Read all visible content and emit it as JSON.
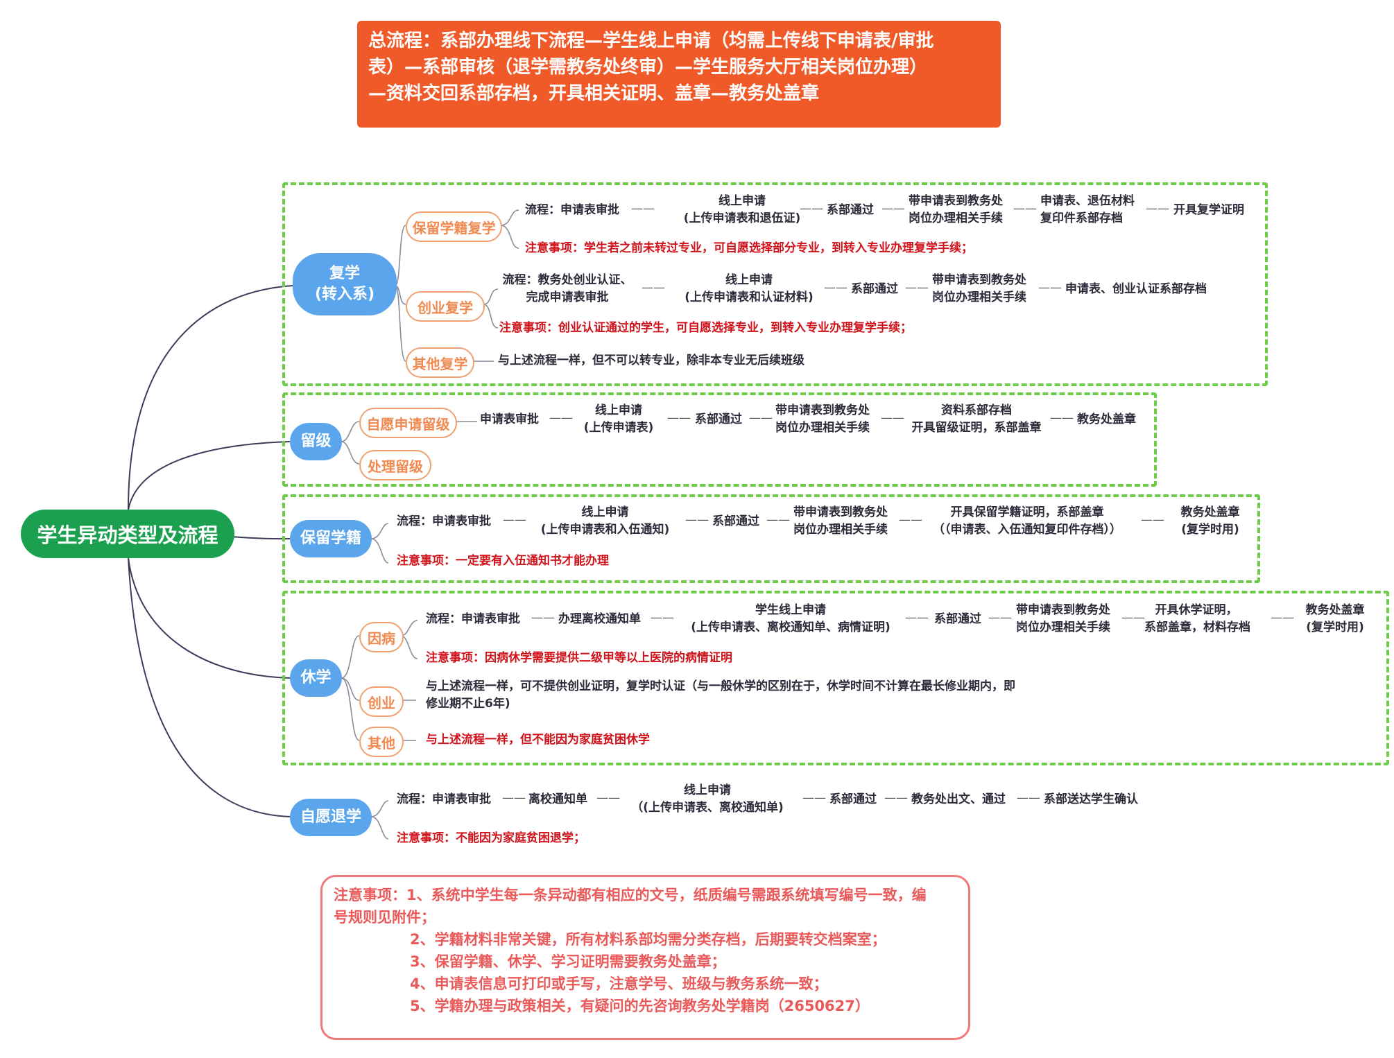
{
  "header": {
    "text": "总流程：系部办理线下流程—学生线上申请（均需上传线下申请表/审批表）—系部审核（退学需教务处终审）—学生服务大厅相关岗位办理）—资料交回系部存档，开具相关证明、盖章—教务处盖章",
    "line1": "总流程：系部办理线下流程—学生线上申请（均需上传线下申请表/审批",
    "line2": "表）—系部审核（退学需教务处终审）—学生服务大厅相关岗位办理）",
    "line3": "—资料交回系部存档，开具相关证明、盖章—教务处盖章"
  },
  "root": {
    "label": "学生异动类型及流程"
  },
  "branches": {
    "fuxue": {
      "label1": "复学",
      "label2": "(转入系)",
      "baoliu": {
        "label": "保留学籍复学",
        "flow_prefix": "流程：申请表审批",
        "step1a": "线上申请",
        "step1b": "(上传申请表和退伍证)",
        "step2": "系部通过",
        "step3a": "带申请表到教务处",
        "step3b": "岗位办理相关手续",
        "step4a": "申请表、退伍材料",
        "step4b": "复印件系部存档",
        "step5": "开具复学证明",
        "note": "注意事项：学生若之前未转过专业，可自愿选择部分专业，到转入专业办理复学手续；"
      },
      "chuangye": {
        "label": "创业复学",
        "flow_a": "流程：教务处创业认证、",
        "flow_b": "完成申请表审批",
        "step1a": "线上申请",
        "step1b": "(上传申请表和认证材料)",
        "step2": "系部通过",
        "step3a": "带申请表到教务处",
        "step3b": "岗位办理相关手续",
        "step4": "申请表、创业认证系部存档",
        "note": "注意事项：创业认证通过的学生，可自愿选择专业，到转入专业办理复学手续；"
      },
      "qita": {
        "label": "其他复学",
        "text": "与上述流程一样，但不可以转专业，除非本专业无后续班级"
      }
    },
    "liuji": {
      "label": "留级",
      "ziyuan": {
        "label": "自愿申请留级",
        "flow": "申请表审批",
        "step1a": "线上申请",
        "step1b": "(上传申请表)",
        "step2": "系部通过",
        "step3a": "带申请表到教务处",
        "step3b": "岗位办理相关手续",
        "step4a": "资料系部存档",
        "step4b": "开具留级证明，系部盖章",
        "step5": "教务处盖章"
      },
      "chuli": {
        "label": "处理留级"
      }
    },
    "baoliuxueji": {
      "label": "保留学籍",
      "flow": "流程：申请表审批",
      "step1a": "线上申请",
      "step1b": "(上传申请表和入伍通知)",
      "step2": "系部通过",
      "step3a": "带申请表到教务处",
      "step3b": "岗位办理相关手续",
      "step4a": "开具保留学籍证明，系部盖章",
      "step4b": "（（申请表、入伍通知复印件存档））",
      "step5a": "教务处盖章",
      "step5b": "(复学时用)",
      "note": "注意事项：一定要有入伍通知书才能办理"
    },
    "xiuxue": {
      "label": "休学",
      "yinbing": {
        "label": "因病",
        "flow": "流程：申请表审批",
        "step1": "办理离校通知单",
        "step2a": "学生线上申请",
        "step2b": "(上传申请表、离校通知单、病情证明)",
        "step3": "系部通过",
        "step4a": "带申请表到教务处",
        "step4b": "岗位办理相关手续",
        "step5a": "开具休学证明，",
        "step5b": "系部盖章，材料存档",
        "step6a": "教务处盖章",
        "step6b": "(复学时用)",
        "note": "注意事项：因病休学需要提供二级甲等以上医院的病情证明"
      },
      "chuangye": {
        "label": "创业",
        "text1": "与上述流程一样，可不提供创业证明，复学时认证（与一般休学的区别在于，休学时间不计算在最长修业期内，即",
        "text2": "修业期不止6年)"
      },
      "qita": {
        "label": "其他",
        "text": "与上述流程一样，但不能因为家庭贫困休学"
      }
    },
    "tuixue": {
      "label": "自愿退学",
      "flow": "流程：申请表审批",
      "step1": "离校通知单",
      "step2a": "线上申请",
      "step2b": "（(上传申请表、离校通知单)",
      "step3": "系部通过",
      "step4": "教务处出文、通过",
      "step5": "系部送达学生确认",
      "note": "注意事项：不能因为家庭贫困退学；"
    }
  },
  "notes": {
    "line1": "注意事项：1、系统中学生每一条异动都有相应的文号，纸质编号需跟系统填写编号一致，编",
    "line2": "号规则见附件；",
    "line3": "2、学籍材料非常关键，所有材料系部均需分类存档，后期要转交档案室；",
    "line4": "3、保留学籍、休学、学习证明需要教务处盖章；",
    "line5": "4、申请表信息可打印或手写，注意学号、班级与教务系统一致；",
    "line6": "5、学籍办理与政策相关，有疑问的先咨询教务处学籍岗（2650627）"
  },
  "colors": {
    "root": "#1aa04f",
    "main_node": "#5aa5ec",
    "header": "#f05a28",
    "dashed_border": "#6dcc47",
    "note_red": "#d0121b",
    "note_box": "#f07a7a"
  }
}
